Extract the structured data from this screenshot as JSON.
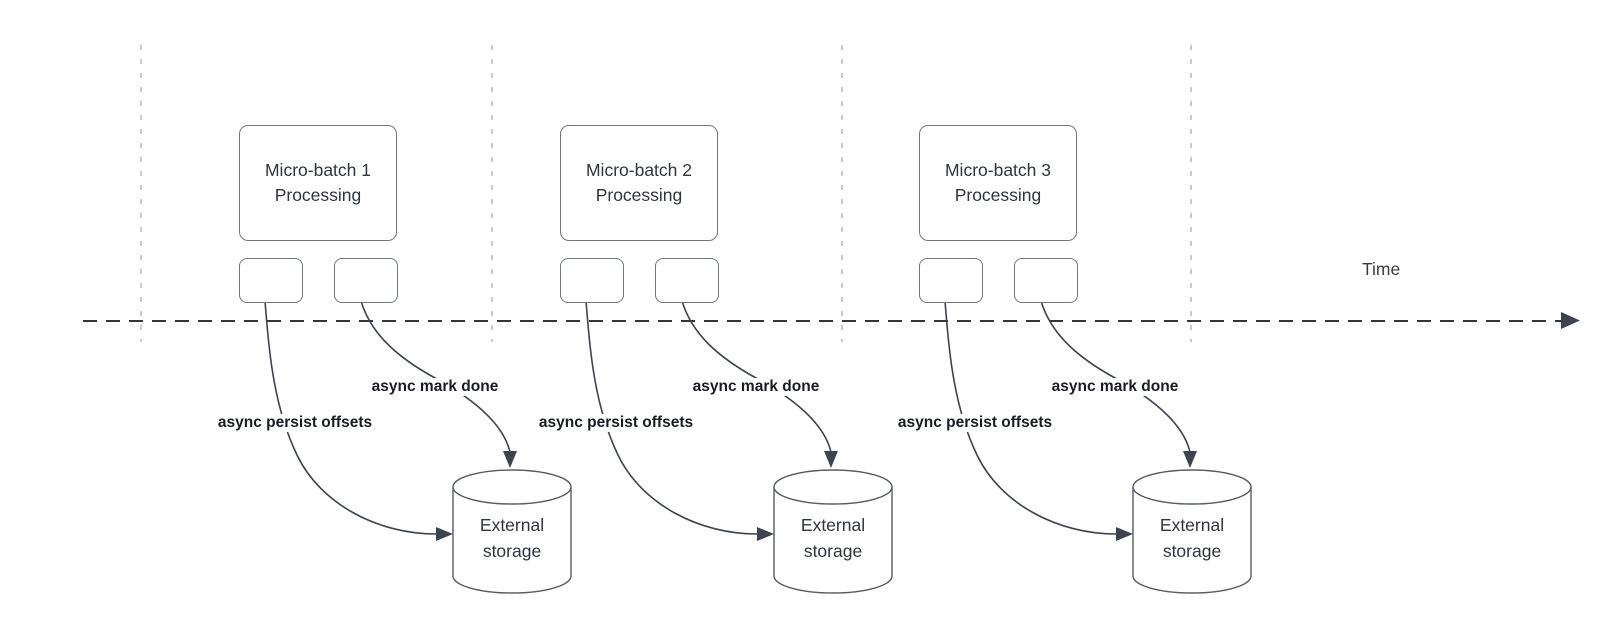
{
  "diagram": {
    "time_axis_label": "Time",
    "groups": [
      {
        "title_line1": "Micro-batch 1",
        "title_line2": "Processing",
        "persist_label": "async persist offsets",
        "mark_done_label": "async mark done",
        "storage_line1": "External",
        "storage_line2": "storage"
      },
      {
        "title_line1": "Micro-batch 2",
        "title_line2": "Processing",
        "persist_label": "async persist offsets",
        "mark_done_label": "async mark done",
        "storage_line1": "External",
        "storage_line2": "storage"
      },
      {
        "title_line1": "Micro-batch 3",
        "title_line2": "Processing",
        "persist_label": "async persist offsets",
        "mark_done_label": "async mark done",
        "storage_line1": "External",
        "storage_line2": "storage"
      }
    ],
    "colors": {
      "stroke": "#3d4450",
      "box_border": "#71767f",
      "text": "#2f3540",
      "label_text": "#181c24",
      "lane_divider": "#b3b3b3",
      "background": "#ffffff"
    }
  }
}
